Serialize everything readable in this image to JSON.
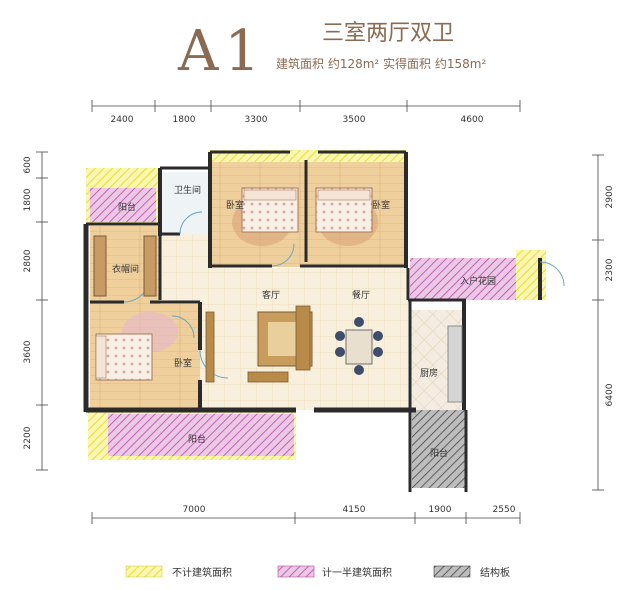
{
  "header": {
    "unit_code": "A1",
    "layout_type": "三室两厅双卫",
    "area_text": "建筑面积 约128m² 实得面积 约158m²"
  },
  "dimensions": {
    "top": [
      "2400",
      "1800",
      "3300",
      "3500",
      "4600"
    ],
    "bottom": [
      "7000",
      "4150",
      "1900",
      "2550"
    ],
    "left": [
      "600",
      "1800",
      "2800",
      "3600",
      "2200"
    ],
    "right": [
      "2900",
      "2300",
      "6400"
    ]
  },
  "rooms": {
    "bathroom": "卫生间",
    "bedroom_top_left": "卧室",
    "bedroom_top_right": "卧室",
    "balcony_top": "阳台",
    "closet": "衣帽间",
    "living": "客厅",
    "dining": "餐厅",
    "entry_garden": "入户花园",
    "bedroom_main": "卧室",
    "kitchen": "厨房",
    "balcony_bottom": "阳台",
    "balcony_service": "阳台"
  },
  "legend": [
    {
      "label": "不计建筑面积",
      "color": "#f5ef7a",
      "pattern": "yellow-hatch"
    },
    {
      "label": "计一半建筑面积",
      "color": "#c77dbf",
      "pattern": "magenta-hatch"
    },
    {
      "label": "结构板",
      "color": "#555555",
      "pattern": "gray-hatch"
    }
  ],
  "colors": {
    "title": "#8b6a52",
    "wall": "#2b2b2b",
    "floor_tile": "#f6ecd8",
    "bedroom_floor": "#e9c591",
    "dimension_line": "#444444"
  }
}
